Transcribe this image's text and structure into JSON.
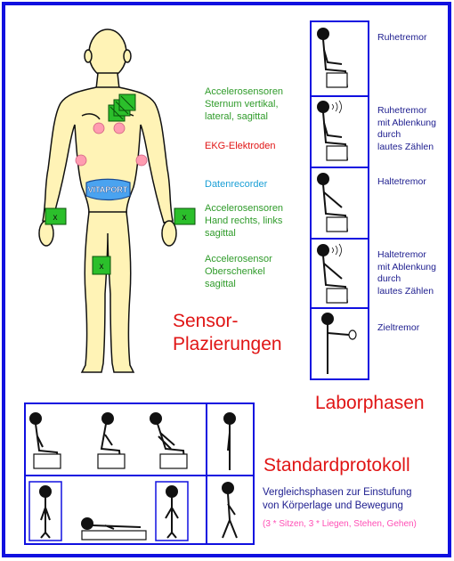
{
  "colors": {
    "frame": "#1010e0",
    "skin": "#fff3b6",
    "sensor_green": "#2bbf2b",
    "electrode": "#ff9cb0",
    "belt": "#4aa3f0",
    "label_green": "#2f9b2a",
    "label_red": "#e01515",
    "label_cyan": "#1a9fd6",
    "navy": "#202090",
    "pink": "#ff4fb5"
  },
  "body": {
    "belt_label": "VITAPORT",
    "sensor_mark": "x"
  },
  "sensors": {
    "sternum": "Accelerosensoren\nSternum vertikal,\nlateral, sagittal",
    "ekg": "EKG-Elektroden",
    "recorder": "Datenrecorder",
    "hands": "Accelerosensoren\nHand rechts, links\nsagittal",
    "thigh": "Accelerosensor\nOberschenkel\nsagittal"
  },
  "sensor_title": "Sensor-\nPlazierungen",
  "lab": {
    "title": "Laborphasen",
    "phases": [
      {
        "label": "Ruhetremor"
      },
      {
        "label": "Ruhetremor\nmit Ablenkung\ndurch\nlautes Zählen"
      },
      {
        "label": "Haltetremor"
      },
      {
        "label": "Haltetremor\nmit Ablenkung\ndurch\nlautes Zählen"
      },
      {
        "label": "Zieltremor"
      }
    ]
  },
  "standard": {
    "title": "Standardprotokoll",
    "description": "Vergleichsphasen zur Einstufung\nvon Körperlage und Bewegung",
    "note": "(3 * Sitzen, 3 * Liegen, Stehen, Gehen)"
  }
}
